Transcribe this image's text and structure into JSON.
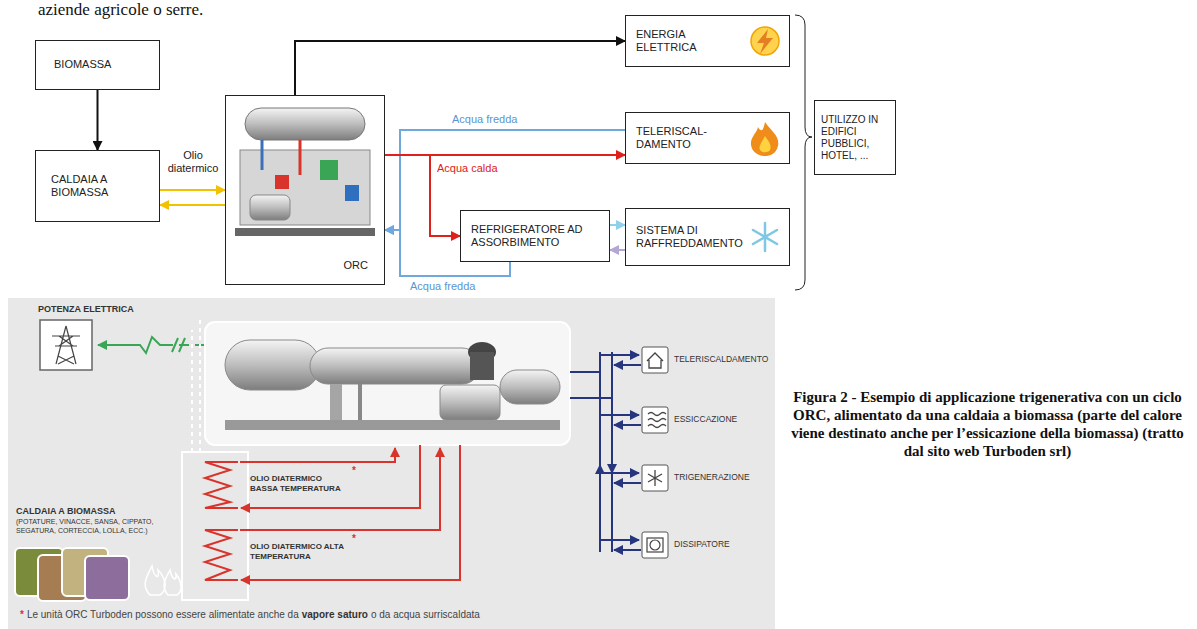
{
  "diagram": {
    "caption": "Figura 2 - Esempio di applicazione trigenerativa con un ciclo ORC, alimentato da una caldaia a biomassa (parte del calore viene destinato anche per l’essicazione della biomassa) (tratto dal sito web Turboden srl)",
    "nodes": [
      {
        "text": [
          "BIOMASSA"
        ]
      },
      {
        "text": [
          "CALDAIA A BIOMASSA"
        ]
      },
      {
        "text": [
          "ORC"
        ]
      },
      {
        "text": [
          "ENERGIA ELETTRICA"
        ]
      },
      {
        "text": [
          "TELERISCAL- DAMENTO"
        ]
      },
      {
        "text": [
          "REFRIGERATORE AD ASSORBIMENTO"
        ]
      },
      {
        "text": [
          "SISTEMA DI RAFFREDDAMENTO"
        ]
      },
      {
        "text": [
          "UTILIZZO IN EDIFICI PUBBLICI, HOTEL, ..."
        ]
      }
    ],
    "edges": [
      {
        "from": 0,
        "to": 1,
        "arrow": "to"
      },
      {
        "from": 1,
        "to": 2,
        "label": "Olio diatermico",
        "arrow": "to"
      },
      {
        "from": 2,
        "to": 1,
        "arrow": "to"
      },
      {
        "from": 2,
        "to": 3,
        "arrow": "to"
      },
      {
        "from": 4,
        "to": 2,
        "label": "Acqua fredda",
        "arrow": "to"
      },
      {
        "from": 2,
        "to": 4,
        "label": "Acqua calda",
        "arrow": "to"
      },
      {
        "from": 2,
        "to": 5,
        "arrow": "to"
      },
      {
        "from": 5,
        "to": 2,
        "label": "Acqua fredda",
        "arrow": "to"
      },
      {
        "from": 5,
        "to": 6,
        "arrow": "to"
      },
      {
        "from": 6,
        "to": 5,
        "arrow": "to"
      }
    ],
    "labels": [
      "aziende agricole o serre.",
      "POTENZA ELETTRICA",
      "CALDAIA A BIOMASSA",
      "(POTATURE, VINACCE, SANSA, CIPPATO, SEGATURA, CORTECCIA, LOLLA, ECC.)",
      "OLIO DIATERMICO BASSA TEMPERATURA",
      "*",
      "OLIO DIATERMICO ALTA TEMPERATURA",
      "*",
      "TELERISCALDAMENTO",
      "ESSICCAZIONE",
      "TRIGENERAZIONE",
      "DISSIPATORE",
      "*",
      "Le unità ORC Turboden possono essere alimentate anche da",
      "vapore saturo",
      "o da acqua surriscaldata"
    ]
  }
}
